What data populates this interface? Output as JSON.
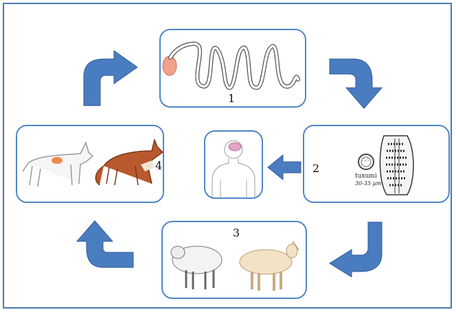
{
  "diagram": {
    "stage_labels": [
      "1",
      "2",
      "3",
      "4"
    ],
    "egg_caption_line1": "tuxumi",
    "egg_caption_line2": "30-35 µm",
    "egg_inner_text": "∴∴",
    "colors": {
      "frame": "#4a78b0",
      "box_border": "#4f86c6",
      "arrow_fill": "#4a7cc0",
      "arrow_edge": "#2f5c9a",
      "head_highlight": "#f28b70"
    }
  }
}
